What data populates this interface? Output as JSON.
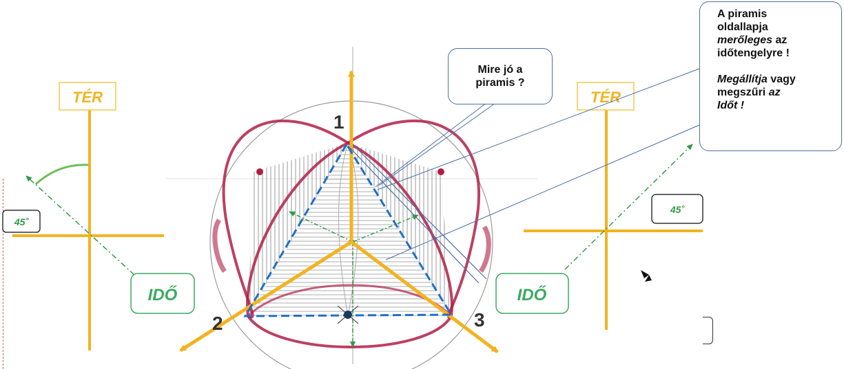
{
  "left_axes": {
    "space_label": "TÉR",
    "time_label": "IDŐ",
    "angle_label": "45˚"
  },
  "right_axes": {
    "space_label": "TÉR",
    "time_label": "IDŐ",
    "angle_label": "45˚"
  },
  "vertices": {
    "v1": "1",
    "v2": "2",
    "v3": "3"
  },
  "callout_question": {
    "line1": "Mire jó a",
    "line2": "piramis ?"
  },
  "callout_answer": {
    "p1_a": "A piramis",
    "p1_b": "oldallapja",
    "p1_c_italic": "merőleges",
    "p1_c_rest": " az",
    "p1_d": "időtengelyre !",
    "p2_a_italic": "Megállítja",
    "p2_a_rest": " vagy",
    "p2_b_plain": "megszűri ",
    "p2_b_italic": "az",
    "p2_c_italic": "Időt !"
  },
  "colors": {
    "axis_yellow": "#f2b320",
    "box_yellow": "#f6c94a",
    "ido_green": "#3aaa5f",
    "dash_green": "#2e9a45",
    "arc_green": "#6cbf57",
    "crimson": "#b01e47",
    "blue_dash": "#1f6fc8",
    "callout_border": "#4a6fa5"
  }
}
